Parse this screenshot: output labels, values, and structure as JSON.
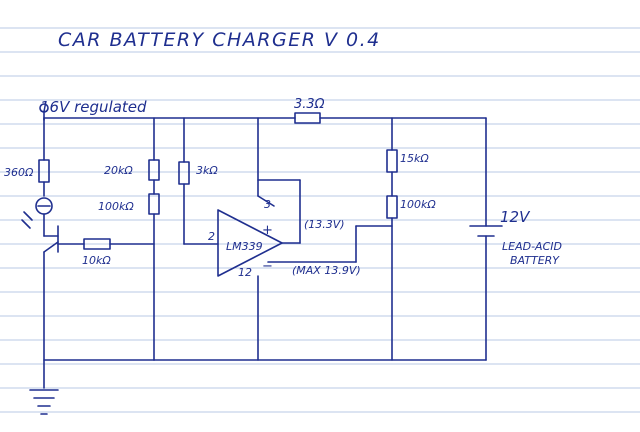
{
  "title": "CAR BATTERY CHARGER V 0.4",
  "supply_label": "16V regulated",
  "components": {
    "r_top": "3.3Ω",
    "r_led": "360Ω",
    "r_20k": "20kΩ",
    "r_100k_left": "100kΩ",
    "r_3k": "3kΩ",
    "r_10k": "10kΩ",
    "r_15k": "15kΩ",
    "r_100k_right": "100kΩ",
    "comparator": "LM339"
  },
  "pins": {
    "p3": "3",
    "p2": "2",
    "p12": "12",
    "plus": "+",
    "minus": "−"
  },
  "notes": {
    "v_ref": "(13.3V)",
    "v_max": "(MAX 13.9V)"
  },
  "battery": {
    "voltage": "12V",
    "type_line1": "LEAD-ACID",
    "type_line2": "BATTERY"
  },
  "colors": {
    "ink": "#1f2f8f",
    "rule_line": "#b9c8e6",
    "paper": "#ffffff"
  }
}
